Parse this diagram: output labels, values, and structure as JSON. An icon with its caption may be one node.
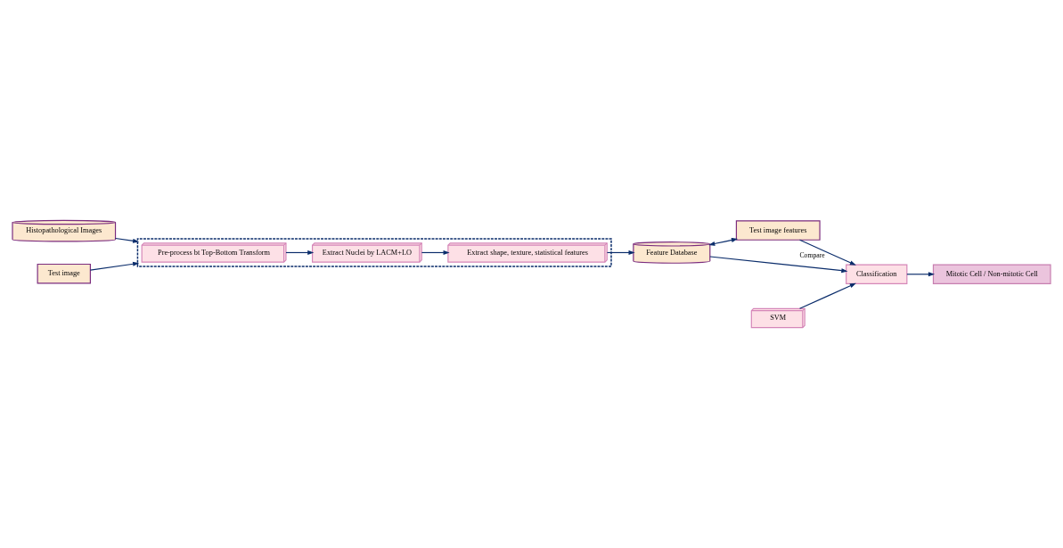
{
  "diagram": {
    "nodes": [
      {
        "text": [
          "Histopathological Images"
        ]
      },
      {
        "text": [
          "Test image"
        ]
      },
      {
        "text": [],
        "shape": "box"
      },
      {
        "text": [
          "Pre-process bt Top-Bottom Transform"
        ],
        "in": 2
      },
      {
        "text": [
          "Extract Nuclei by LACM+LO"
        ],
        "in": 2
      },
      {
        "text": [
          "Extract shape, texture, statistical features"
        ],
        "in": 2
      },
      {
        "text": [
          "Feature Database"
        ]
      },
      {
        "text": [
          "Test image features"
        ]
      },
      {
        "text": [
          "Classification"
        ]
      },
      {
        "text": [
          "SVM"
        ]
      },
      {
        "text": [
          "Mitotic Cell / Non-mitotic Cell"
        ]
      }
    ],
    "edges": [
      {
        "from": 0,
        "to": 2,
        "arrow": "to"
      },
      {
        "from": 1,
        "to": 2,
        "arrow": "to"
      },
      {
        "from": 3,
        "to": 4,
        "arrow": "to"
      },
      {
        "from": 4,
        "to": 5,
        "arrow": "to"
      },
      {
        "from": 5,
        "to": 6,
        "arrow": "to"
      },
      {
        "from": 6,
        "to": 8,
        "arrow": "to"
      },
      {
        "from": 7,
        "to": 8,
        "arrow": "to",
        "label": "Compare"
      },
      {
        "from": 6,
        "to": 7,
        "arrow": "both"
      },
      {
        "from": 9,
        "to": 8,
        "arrow": "to"
      },
      {
        "from": 8,
        "to": 10,
        "arrow": "to"
      }
    ]
  }
}
